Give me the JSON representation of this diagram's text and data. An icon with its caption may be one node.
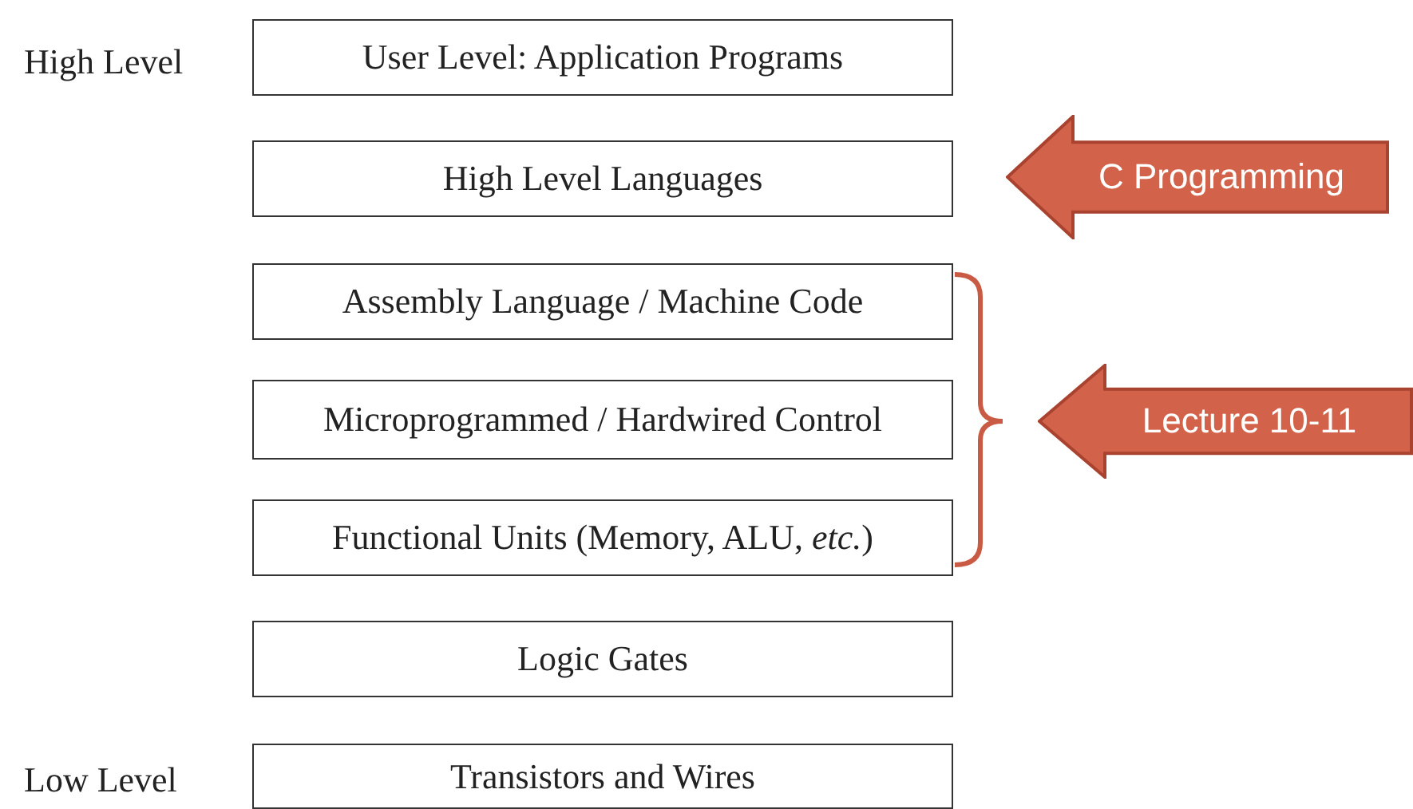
{
  "diagram": {
    "nodes": [
      {
        "text": [
          "User Level: Application Programs"
        ],
        "beside": [
          "High Level"
        ]
      },
      {
        "text": [
          "High Level Languages"
        ]
      },
      {
        "text": [
          "Assembly Language / Machine Code"
        ]
      },
      {
        "text": [
          "Microprogrammed / Hardwired Control"
        ]
      },
      {
        "text": [
          "Functional Units (Memory, ALU, *etc.*)"
        ]
      },
      {
        "text": [
          "Logic Gates"
        ]
      },
      {
        "text": [
          "Transistors and Wires"
        ],
        "beside": [
          "Low Level"
        ]
      },
      {
        "text": [
          "C Programming"
        ]
      },
      {
        "text": [
          "Lecture 10-11"
        ]
      }
    ]
  }
}
